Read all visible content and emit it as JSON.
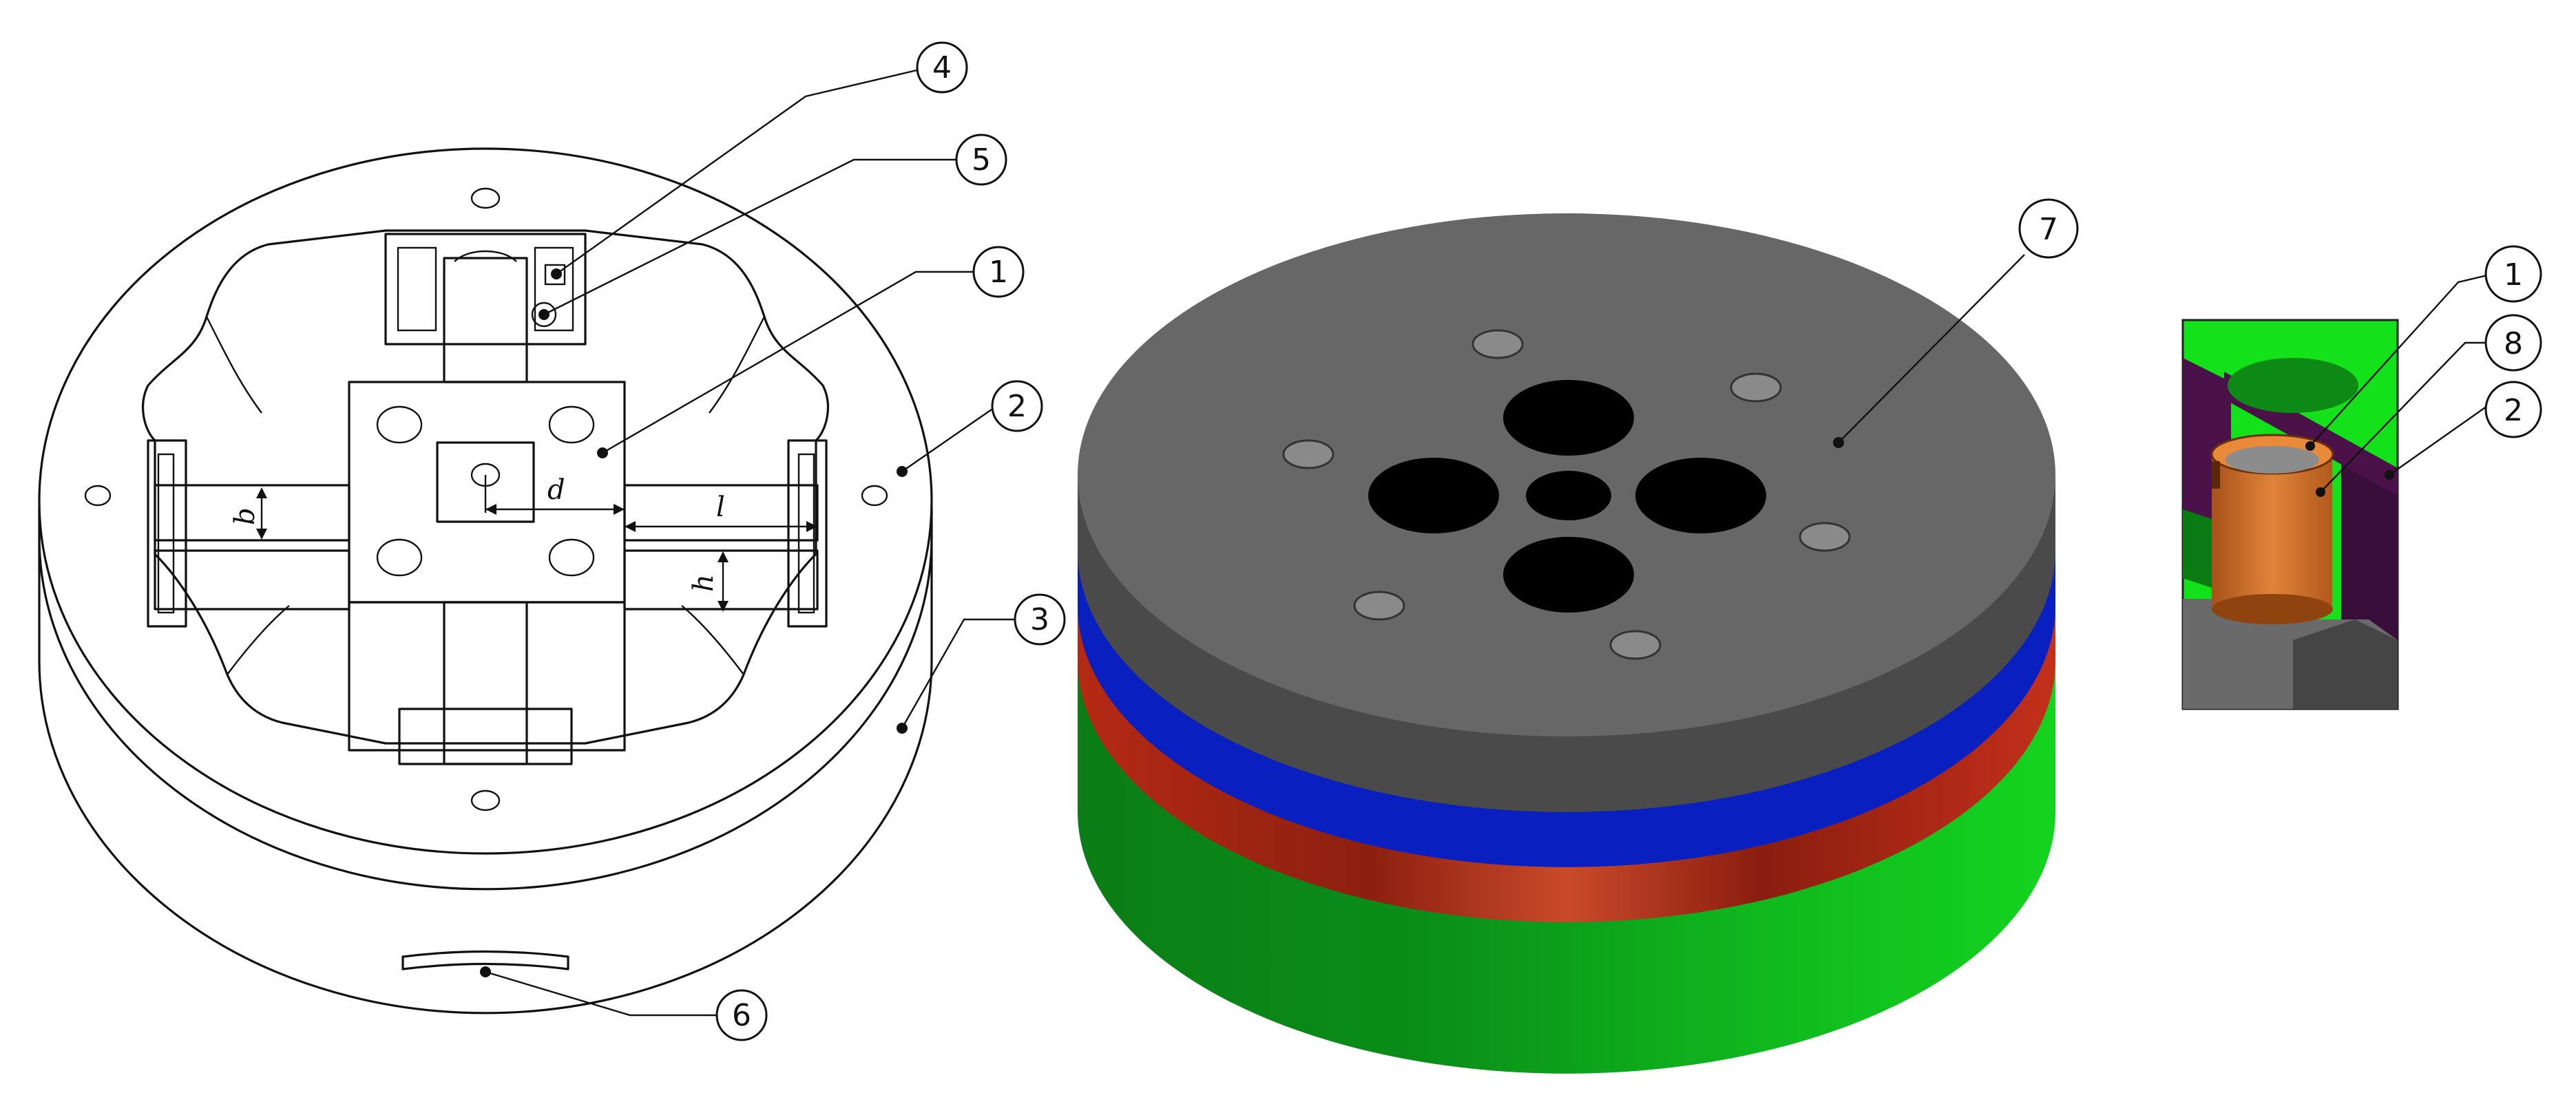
{
  "callouts": {
    "drawing": {
      "c4": "4",
      "c5": "5",
      "c1": "1",
      "c2": "2",
      "c3": "3",
      "c6": "6"
    },
    "render": {
      "c7": "7"
    },
    "detail": {
      "c1": "1",
      "c8": "8",
      "c2": "2"
    }
  },
  "dimensions": {
    "b": "b",
    "d": "d",
    "l": "l",
    "h": "h"
  },
  "colors": {
    "top_plate": "#676767",
    "top_plate_side": "#4a4a4a",
    "blue_layer": "#0a1fbf",
    "red_layer": "#c2321a",
    "green_base": "#0fa81f",
    "green_bright": "#13e21a",
    "purple": "#4b1249",
    "copper": "#d27020"
  }
}
